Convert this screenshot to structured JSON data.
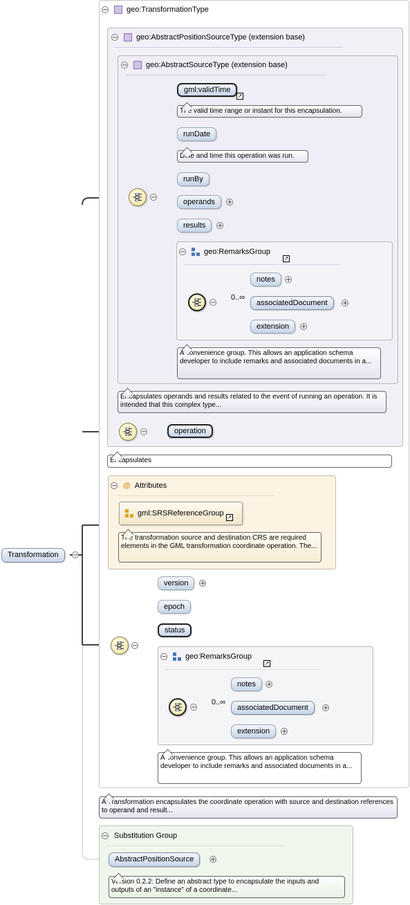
{
  "root": {
    "label": "Transformation"
  },
  "transformation_type": {
    "title": "geo:TransformationType"
  },
  "abstract_position_source_type": {
    "title": "geo:AbstractPositionSourceType (extension base)"
  },
  "abstract_source_type": {
    "title": "geo:AbstractSourceType (extension base)"
  },
  "elements": {
    "gml_valid_time": "gml:validTime",
    "run_date": "runDate",
    "run_by": "runBy",
    "operands": "operands",
    "results": "results",
    "operation": "operation",
    "version": "version",
    "epoch": "epoch",
    "status": "status"
  },
  "notes": {
    "valid_time": "The valid time range or instant for this encapsulation.",
    "run_date": "Date and time this operation was run.",
    "remarks_group": "A convenience group. This allows an application schema developer to include remarks and associated documents in a...",
    "abstract_source": "Encapsulates operands and results related to the event of running an operation. It is intended that this complex type...",
    "position_source": "Encapsulates",
    "attributes": "The transformation source and destination CRS are required elements in the GML transformation coordinate operation. The...",
    "remarks_group_2": "A convenience group. This allows an application schema developer to include remarks and associated documents in a...",
    "transformation": "A Transformation encapsulates the coordinate operation with source and destination references to operand and result...",
    "substitution": "Version 0.2.2: Define an abstract type to encapsulate the inputs and outputs of an \"instance\" of a coordinate..."
  },
  "remarks_group": {
    "title": "geo:RemarksGroup",
    "occurrence": "0..∞",
    "items": [
      "notes",
      "associatedDocument",
      "extension"
    ]
  },
  "attributes": {
    "title": "Attributes",
    "group": "gml:SRSReferenceGroup"
  },
  "substitution_group": {
    "title": "Substitution Group",
    "member": "AbstractPositionSource"
  },
  "colors": {
    "element_fill": "#c8d6ea",
    "type_box": "#f1eff6",
    "attributes_box": "#fdf6e8",
    "substitution_box": "#eef5ea",
    "compositor": "#ece3a0"
  }
}
